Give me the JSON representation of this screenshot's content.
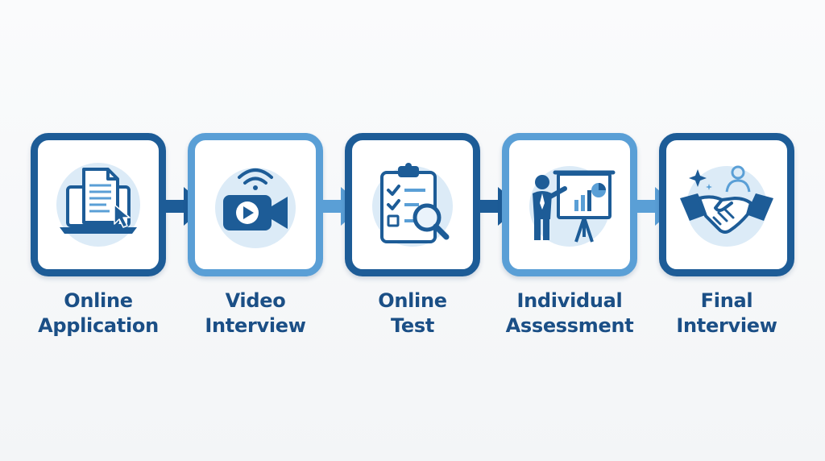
{
  "colors": {
    "dark_frame": "#1d5c97",
    "light_frame": "#5a9fd6",
    "label_text": "#1b4f86",
    "icon_circle": "#dcebf7"
  },
  "steps": [
    {
      "icon": "laptop-document-cursor-icon",
      "label_line1": "Online",
      "label_line2": "Application"
    },
    {
      "icon": "video-camera-icon",
      "label_line1": "Video",
      "label_line2": "Interview"
    },
    {
      "icon": "clipboard-checklist-magnifier-icon",
      "label_line1": "Online",
      "label_line2": "Test"
    },
    {
      "icon": "presenter-chart-icon",
      "label_line1": "Individual",
      "label_line2": "Assessment"
    },
    {
      "icon": "handshake-icon",
      "label_line1": "Final",
      "label_line2": "Interview"
    }
  ]
}
